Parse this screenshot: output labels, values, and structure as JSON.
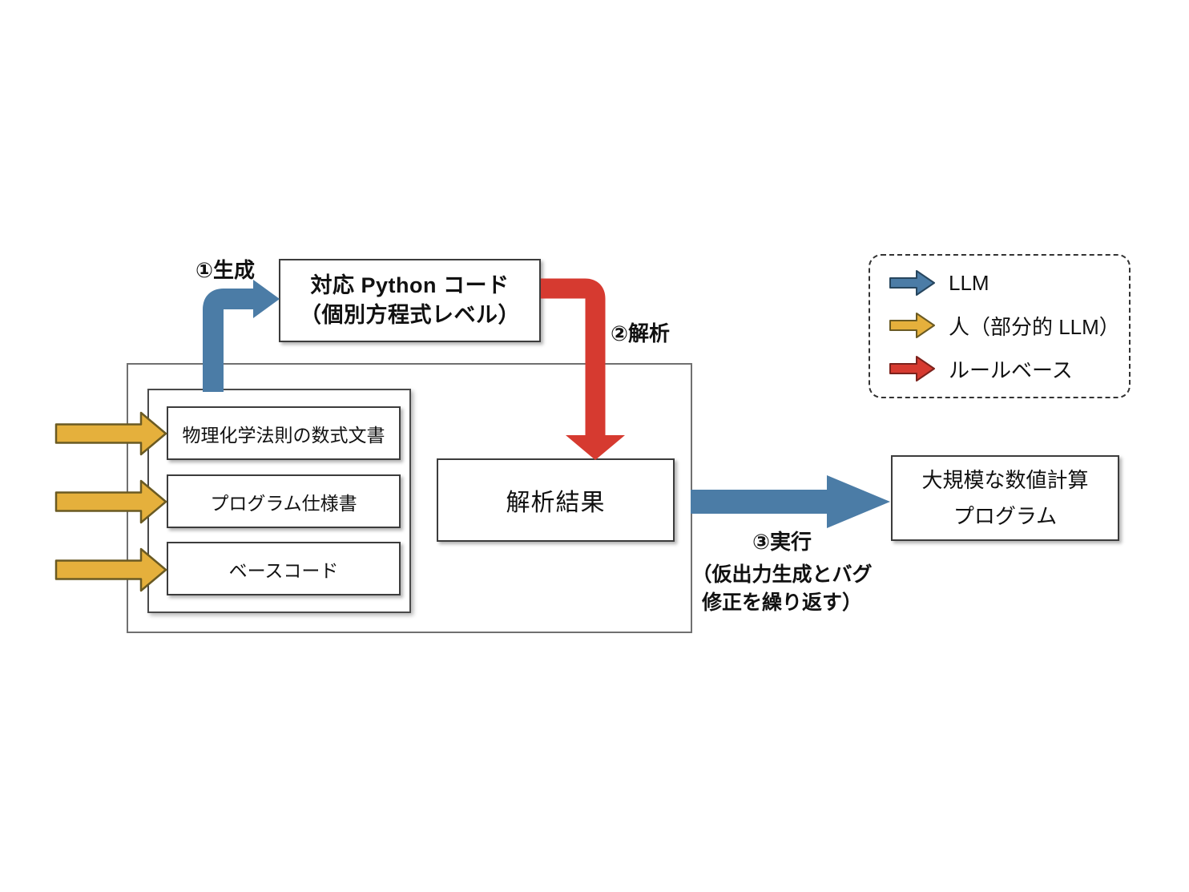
{
  "colors": {
    "llm_blue": "#4b7ca6",
    "human_yellow": "#e5b03c",
    "human_outline": "#6a5a23",
    "rule_red": "#d63a30",
    "blue_outline": "#27465e",
    "red_outline": "#7c221c"
  },
  "nodes": {
    "python_code": {
      "line1": "対応 Python コード",
      "line2": "（個別方程式レベル）"
    },
    "inputs": [
      {
        "label": "物理化学法則の数式文書"
      },
      {
        "label": "プログラム仕様書"
      },
      {
        "label": "ベースコード"
      }
    ],
    "analysis_result": {
      "label": "解析結果"
    },
    "program": {
      "line1": "大規模な数値計算",
      "line2": "プログラム"
    }
  },
  "labels": {
    "step1": "①生成",
    "step2": "②解析",
    "step3": "③実行",
    "step3_note1": "（仮出力生成とバグ",
    "step3_note2": "修正を繰り返す）"
  },
  "legend": {
    "items": [
      {
        "icon": "llm-arrow",
        "label": "LLM"
      },
      {
        "icon": "human-arrow",
        "label": "人（部分的 LLM）"
      },
      {
        "icon": "rule-arrow",
        "label": "ルールベース"
      }
    ]
  }
}
